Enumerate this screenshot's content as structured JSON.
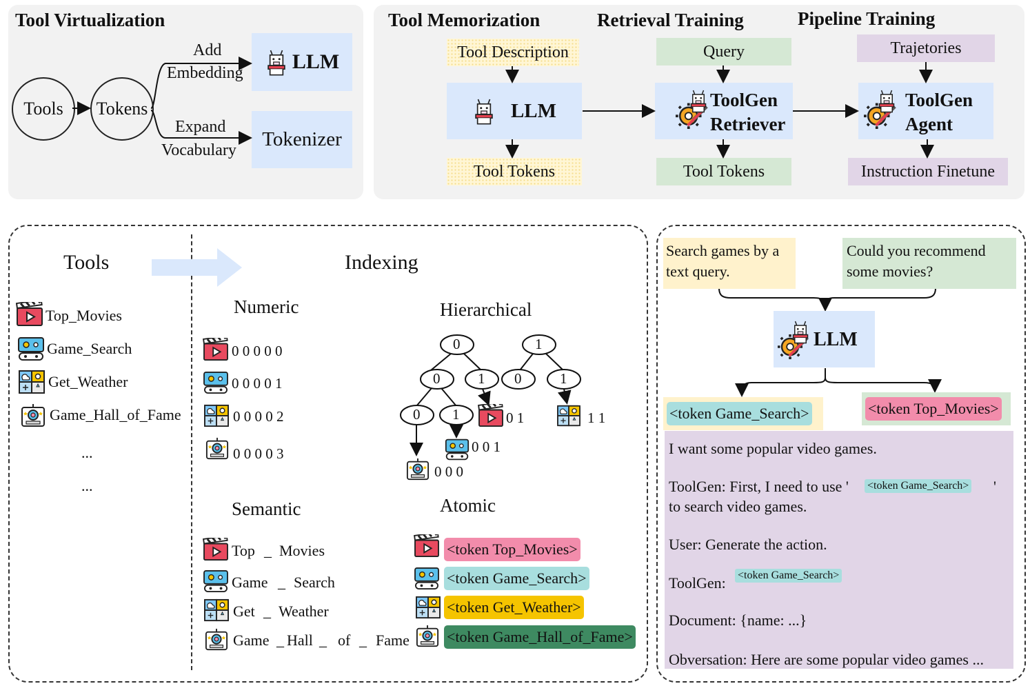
{
  "top": {
    "virtualization": {
      "title": "Tool Virtualization",
      "tools": "Tools",
      "tokens": "Tokens",
      "add": "Add",
      "embedding": "Embedding",
      "expand": "Expand",
      "vocabulary": "Vocabulary",
      "llm": "LLM",
      "tokenizer": "Tokenizer"
    },
    "memorization": {
      "title": "Tool Memorization",
      "input": "Tool Description",
      "model": "LLM",
      "output": "Tool Tokens"
    },
    "retrieval": {
      "title": "Retrieval Training",
      "input": "Query",
      "model_line1": "ToolGen",
      "model_line2": "Retriever",
      "output": "Tool Tokens"
    },
    "pipeline": {
      "title": "Pipeline Training",
      "input": "Trajetories",
      "model_line1": "ToolGen",
      "model_line2": "Agent",
      "output": "Instruction Finetune"
    }
  },
  "indexing_panel": {
    "tools_title": "Tools",
    "indexing_title": "Indexing",
    "tools": [
      "Top_Movies",
      "Game_Search",
      "Get_Weather",
      "Game_Hall_of_Fame"
    ],
    "ellipsis": [
      "...",
      "..."
    ],
    "numeric": {
      "title": "Numeric",
      "codes": [
        "0 0 0 0 0",
        "0 0 0 0 1",
        "0 0 0 0 2",
        "0 0 0 0 3"
      ]
    },
    "hierarchical": {
      "title": "Hierarchical",
      "nodes": [
        "0",
        "1",
        "0",
        "1",
        "0",
        "1",
        "0",
        "1"
      ],
      "leaf_codes": [
        "0 1",
        "1 1",
        "0 0 1",
        "0 0 0"
      ]
    },
    "semantic": {
      "title": "Semantic",
      "rows": [
        [
          "Top",
          "_",
          "Movies"
        ],
        [
          "Game",
          "_",
          "Search"
        ],
        [
          "Get",
          "_",
          "Weather"
        ],
        [
          "Game",
          "_",
          "Hall",
          "_",
          "of",
          "_",
          "Fame"
        ]
      ]
    },
    "atomic": {
      "title": "Atomic",
      "tokens": [
        "<token Top_Movies>",
        "<token Game_Search>",
        "<token Get_Weather>",
        "<token Game_Hall_of_Fame>"
      ]
    }
  },
  "inference_panel": {
    "query1": "Search games by a text query.",
    "query2": "Could you recommend some movies?",
    "model": "LLM",
    "token1": "<token Game_Search>",
    "token2": "<token Top_Movies>",
    "dialog": {
      "user_request": "I want some popular video games.",
      "toolgen1_pre": "ToolGen: First, I need to use '",
      "toolgen1_token": "<token Game_Search>",
      "toolgen1_post": "'",
      "toolgen1_line2": "to search video games.",
      "user_action": "User: Generate the action.",
      "toolgen2_label": "ToolGen:",
      "toolgen2_token": "<token Game_Search>",
      "document": "Document: {name: ...}",
      "observation": "Obversation: Here are some popular video games ..."
    }
  },
  "colors": {
    "blue_box": "#dae8fc",
    "yellow_box": "#fff6d5",
    "green_box": "#d5e8d4",
    "purple_box": "#e1d5e7",
    "pink_token": "#f28cab",
    "cyan_token": "#a8dede",
    "gold_token": "#f5c400",
    "green_token": "#3e8a61"
  },
  "icons": [
    "llama-icon",
    "movie-clapper-icon",
    "gamepad-icon",
    "weather-icon",
    "hall-of-fame-icon",
    "tools-gear-icon"
  ]
}
